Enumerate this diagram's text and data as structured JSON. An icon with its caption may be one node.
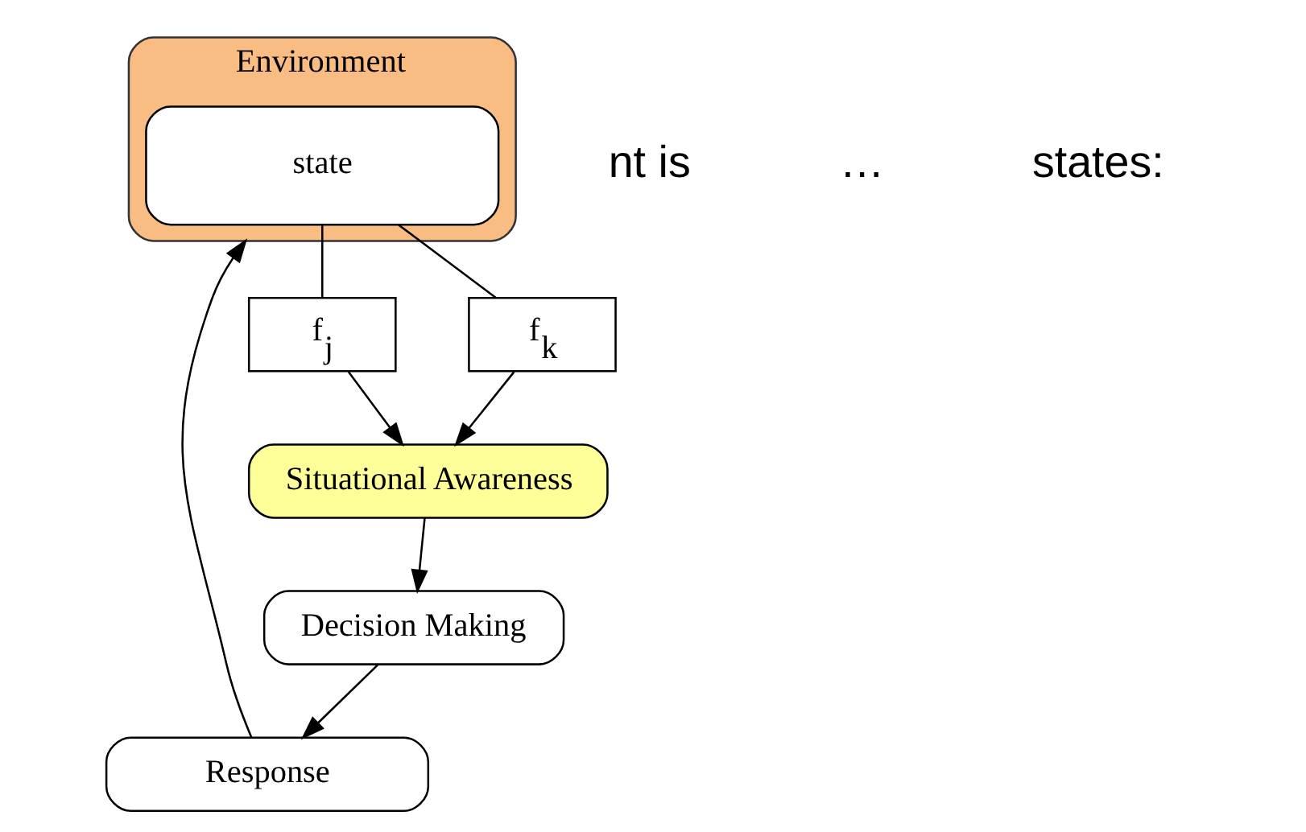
{
  "diagram": {
    "nodes": [
      {
        "text": [
          "Response"
        ]
      },
      {
        "text": [
          "Environment"
        ]
      },
      {
        "text": [
          "state"
        ],
        "in": 1
      },
      {
        "text": [
          "f$_{j}$"
        ]
      },
      {
        "text": [
          "f$_{k}$"
        ]
      },
      {
        "text": [
          "Situational Awareness"
        ]
      },
      {
        "text": [
          "Decision Making"
        ]
      }
    ],
    "edges": [
      {
        "from": 0,
        "to": 1,
        "arrow": "to"
      },
      {
        "from": 2,
        "to": 3,
        "arrow": "none"
      },
      {
        "from": 2,
        "to": 4,
        "arrow": "none"
      },
      {
        "from": 3,
        "to": 5,
        "arrow": "to"
      },
      {
        "from": 4,
        "to": 5,
        "arrow": "to"
      },
      {
        "from": 5,
        "to": 6,
        "arrow": "to"
      },
      {
        "from": 6,
        "to": 0,
        "arrow": "to"
      }
    ],
    "labels": [
      "nt is",
      "…",
      "states:"
    ]
  }
}
